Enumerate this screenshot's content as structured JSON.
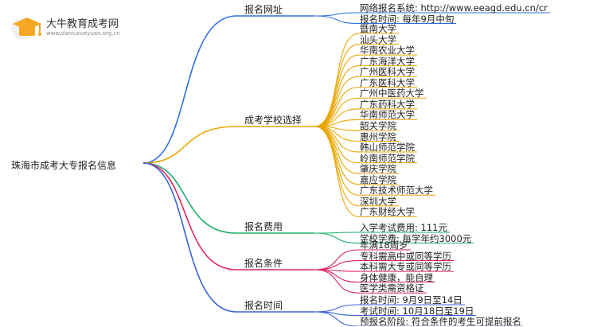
{
  "logo": {
    "title": "大牛教育成考网",
    "subtitle": "www.daniuxueyuan.org.cn"
  },
  "root": "珠海市成考大专报名信息",
  "branches": [
    {
      "label": "报名网址",
      "color": "#2f6fe0",
      "leaves": [
        "网络报名系统: http://www.eeagd.edu.cn/cr",
        "报名时间: 每年9月中旬"
      ]
    },
    {
      "label": "成考学校选择",
      "color": "#e8a600",
      "leaves": [
        "暨南大学",
        "汕头大学",
        "华南农业大学",
        "广东海洋大学",
        "广州医科大学",
        "广东医科大学",
        "广州中医药大学",
        "广东药科大学",
        "华南师范大学",
        "韶关学院",
        "惠州学院",
        "韩山师范学院",
        "岭南师范学院",
        "肇庆学院",
        "嘉应学院",
        "广东技术师范大学",
        "深圳大学",
        "广东财经大学"
      ]
    },
    {
      "label": "报名费用",
      "color": "#1fae6b",
      "leaves": [
        "入学考试费用: 111元",
        "学校学费: 每学年约3000元"
      ]
    },
    {
      "label": "报名条件",
      "color": "#e0245e",
      "leaves": [
        "年满18周岁",
        "专科需高中或同等学历",
        "本科需大专或同等学历",
        "身体健康，能自理",
        "医学类需资格证"
      ]
    },
    {
      "label": "报名时间",
      "color": "#3b63d6",
      "leaves": [
        "报名时间: 9月9日至14日",
        "考试时间: 10月18日至19日",
        "预报名阶段: 符合条件的考生可提前报名"
      ]
    }
  ]
}
